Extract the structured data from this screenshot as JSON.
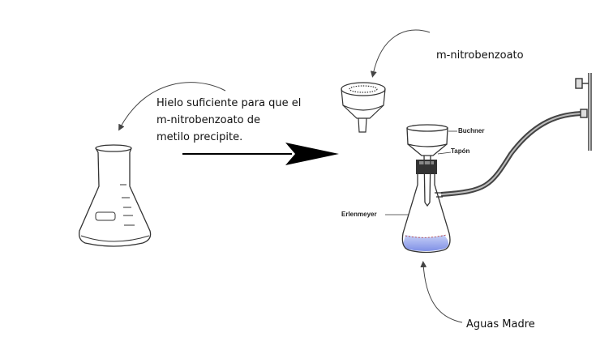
{
  "ice_note": {
    "lines": [
      "Hielo suficiente para que el",
      "m-nitrobenzoato de",
      "metilo precipite."
    ]
  },
  "labels": {
    "product": "m-nitrobenzoato",
    "mother_liquor": "Aguas Madre",
    "buchner": "Buchner",
    "stopper": "Tapón",
    "flask": "Erlenmeyer"
  },
  "colors": {
    "glass_outline": "#333333",
    "liquid": "#8f9fe8",
    "hose": "#555555",
    "arrow": "#000000"
  }
}
